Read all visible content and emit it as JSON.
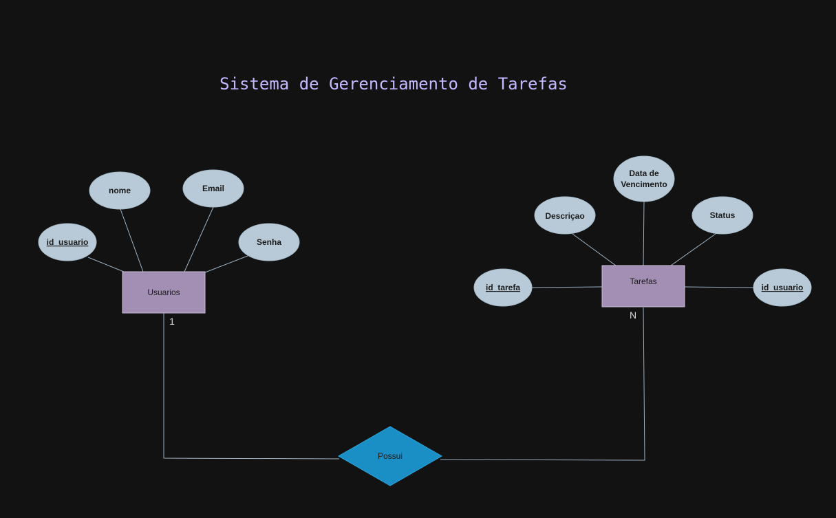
{
  "title": "Sistema de Gerenciamento de Tarefas",
  "entities": {
    "usuarios": "Usuarios",
    "tarefas": "Tarefas"
  },
  "relationship": {
    "label": "Possui",
    "cardinality_usuarios": "1",
    "cardinality_tarefas": "N"
  },
  "usuarios_attributes": {
    "id_usuario": "id_usuario",
    "nome": "nome",
    "email": "Email",
    "senha": "Senha"
  },
  "tarefas_attributes": {
    "id_tarefa": "id_tarefa",
    "descricao": "Descriçao",
    "data_vencimento_line1": "Data de",
    "data_vencimento_line2": "Vencimento",
    "status": "Status",
    "id_usuario": "id_usuario"
  },
  "colors": {
    "background": "#121212",
    "title": "#c4b7ff",
    "entity": "#a28fb3",
    "attribute": "#b8cad7",
    "relationship": "#1a8fc6",
    "edge": "#9fb3c4"
  }
}
